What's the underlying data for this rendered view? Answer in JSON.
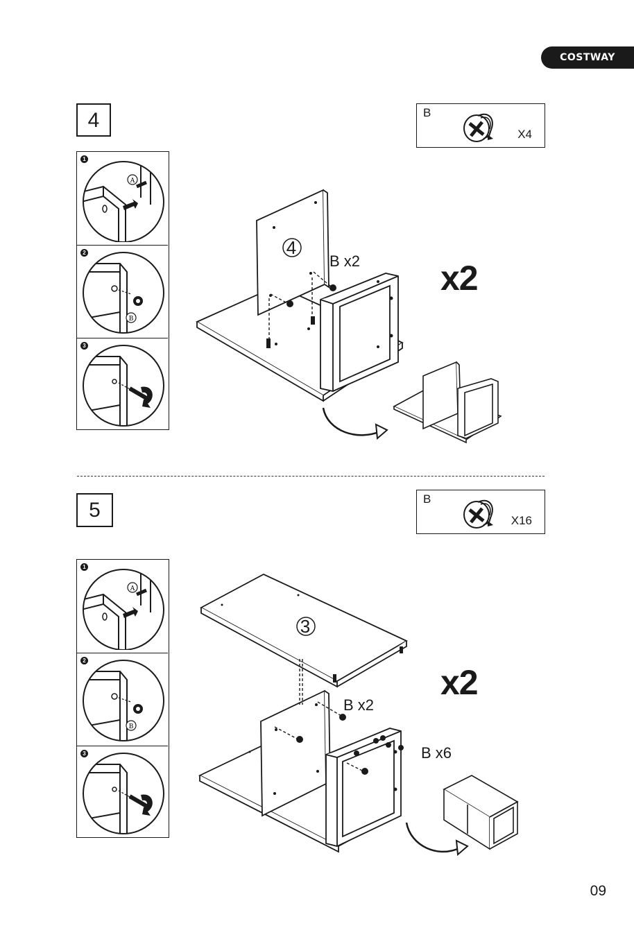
{
  "brand": {
    "name": "COSTWAY"
  },
  "steps": [
    {
      "number": "4",
      "part": {
        "letter": "B",
        "quantity": "X4"
      },
      "details": {
        "badges": [
          "1",
          "2",
          "3"
        ],
        "part_a": "A",
        "part_b": "B"
      },
      "panel_label": "4",
      "callouts": [
        "B x2"
      ],
      "repeat": "x2"
    },
    {
      "number": "5",
      "part": {
        "letter": "B",
        "quantity": "X16"
      },
      "details": {
        "badges": [
          "1",
          "2",
          "3"
        ],
        "part_a": "A",
        "part_b": "B"
      },
      "panel_label": "3",
      "callouts": [
        "B x2",
        "B x6"
      ],
      "repeat": "x2"
    }
  ],
  "page_number": "09",
  "icons": [
    "cam-lock-icon",
    "rotate-arrow-icon",
    "screwdriver-icon"
  ]
}
